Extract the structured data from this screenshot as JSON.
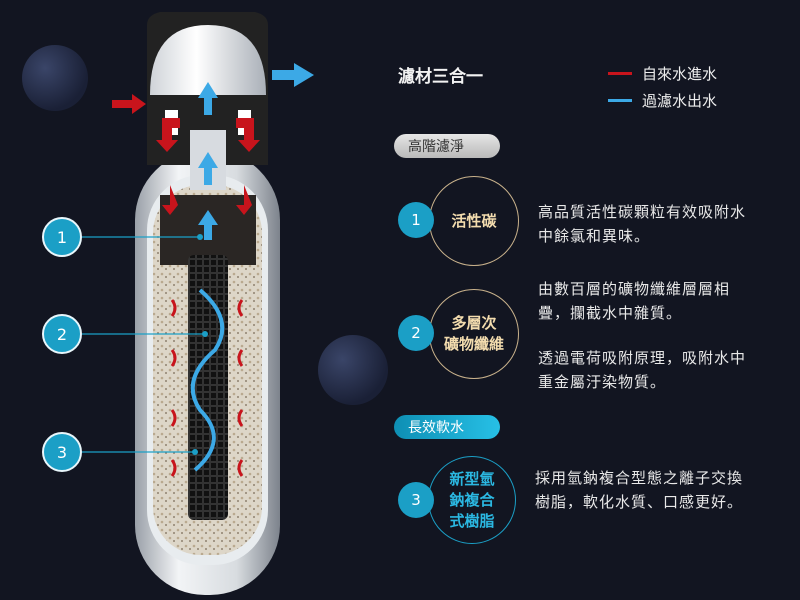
{
  "title": "濾材三合一",
  "legend": [
    {
      "label": "自來水進水",
      "color": "#c8141c"
    },
    {
      "label": "過濾水出水",
      "color": "#3ca9e6"
    }
  ],
  "sections": [
    {
      "pill": "高階濾淨"
    },
    {
      "pill": "長效軟水"
    }
  ],
  "stages": [
    {
      "number": "1",
      "name_lines": [
        "活性碳"
      ],
      "descriptions": [
        "高品質活性碳顆粒有效吸附水中餘氯和異味。"
      ]
    },
    {
      "number": "2",
      "name_lines": [
        "多層次",
        "礦物纖維"
      ],
      "descriptions": [
        "由數百層的礦物纖維層層相疊，攔截水中雜質。",
        "透過電荷吸附原理，吸附水中重金屬汙染物質。"
      ]
    },
    {
      "number": "3",
      "name_lines": [
        "新型氫",
        "鈉複合",
        "式樹脂"
      ],
      "descriptions": [
        "採用氫鈉複合型態之離子交換樹脂，軟化水質、口感更好。"
      ]
    }
  ],
  "callouts": [
    "1",
    "2",
    "3"
  ]
}
